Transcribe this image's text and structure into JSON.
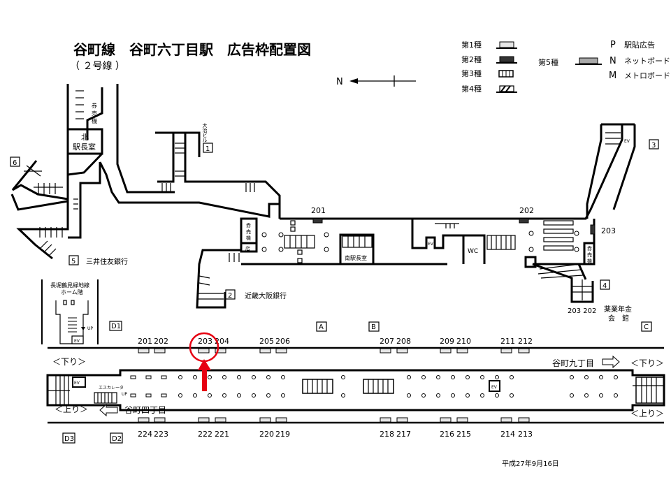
{
  "title": "谷町線　谷町六丁目駅　広告枠配置図",
  "subtitle": "（ ２号線 ）",
  "north_label": "N",
  "legend": {
    "types": [
      {
        "label": "第1種",
        "fill": "#e6e6e6"
      },
      {
        "label": "第2種",
        "fill": "#333333"
      },
      {
        "label": "第3種",
        "fill": "striped"
      },
      {
        "label": "第4種",
        "fill": "hatched"
      }
    ],
    "type5": {
      "label": "第5種",
      "fill": "#aaaaaa"
    },
    "codes": [
      {
        "code": "P",
        "label": "駅貼広告"
      },
      {
        "code": "N",
        "label": "ネットボード"
      },
      {
        "code": "M",
        "label": "メトロボード"
      }
    ]
  },
  "concourse": {
    "exits": [
      "1",
      "2",
      "3",
      "4",
      "5",
      "6"
    ],
    "exit1_building": "大治ビル",
    "exit2_building": "近畿大阪銀行",
    "exit5_building": "三井住友銀行",
    "exit4_building_line1": "薬業年金",
    "exit4_building_line2": "会　館",
    "ticket_machine_lines": [
      "券",
      "売",
      "機"
    ],
    "north_office_line1": "北",
    "north_office_line2": "駅長室",
    "south_office": "南駅長室",
    "shop": "店",
    "wc": "WC",
    "ev": "EV",
    "ad_labels": [
      "201",
      "202",
      "203"
    ],
    "exit4_ads": "203 202",
    "transfer_label_line1": "長堀鶴見緑地線",
    "transfer_label_line2": "ホーム階",
    "up": "UP"
  },
  "gates": [
    "D1",
    "A",
    "B",
    "C",
    "D3",
    "D2"
  ],
  "platform": {
    "upper_ads": [
      "201",
      "202",
      "203",
      "204",
      "205",
      "206",
      "207",
      "208",
      "209",
      "210",
      "211",
      "212"
    ],
    "lower_ads": [
      "224",
      "223",
      "222",
      "221",
      "220",
      "219",
      "218",
      "217",
      "216",
      "215",
      "214",
      "213"
    ],
    "down_label": "＜下り＞",
    "up_label": "＜上り＞",
    "dest_down": "谷町九丁目",
    "dest_up": "谷町四丁目",
    "escalator": "エスカレータ",
    "ev": "EV",
    "up": "UP",
    "highlighted_ad": "203",
    "highlight_color": "#e60012"
  },
  "date": "平成27年9月16日"
}
